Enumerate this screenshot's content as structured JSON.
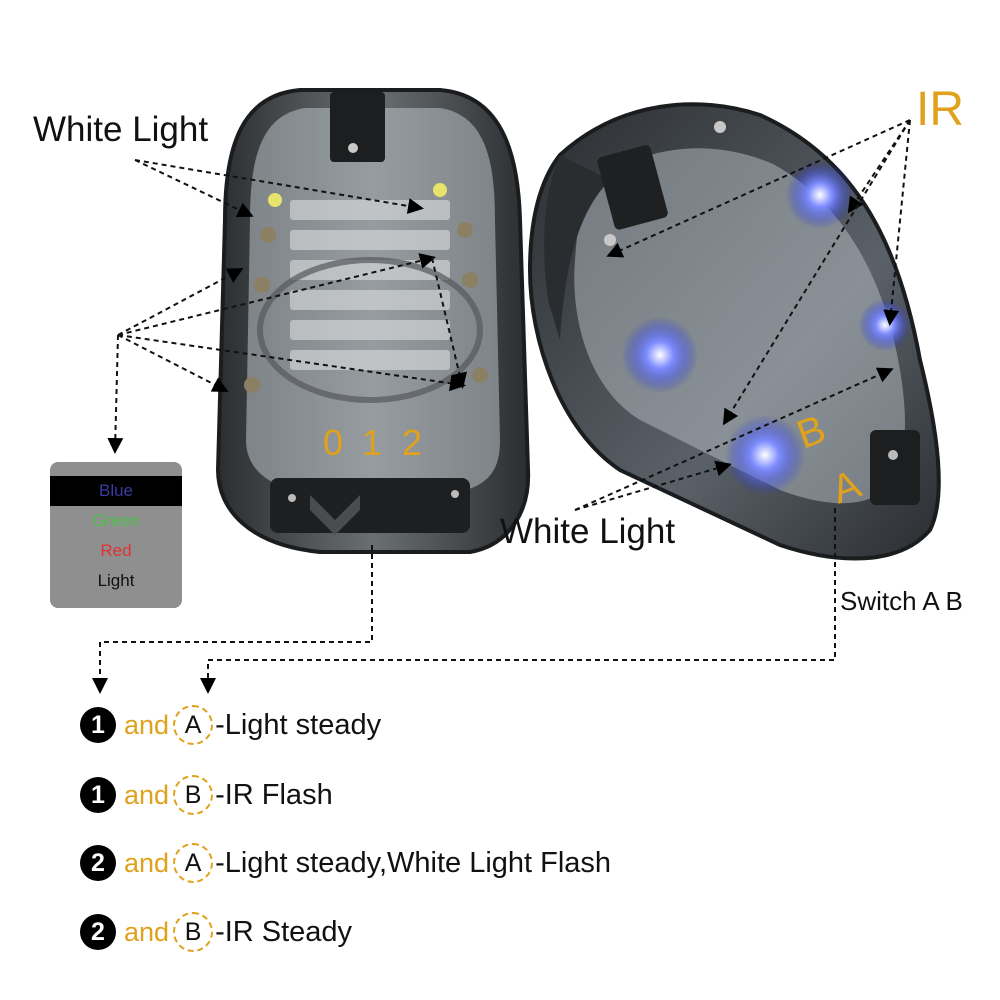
{
  "callouts": {
    "white_light_left": "White Light",
    "white_light_right": "White Light",
    "ir": "IR",
    "switch": "Switch A B",
    "dial_numbers": [
      "0",
      "1",
      "2"
    ],
    "switch_letters": [
      "B",
      "A"
    ]
  },
  "mode_panel": {
    "items": [
      "Blue",
      "Green",
      "Red",
      "Light"
    ],
    "colors": {
      "blue": "#3a3aa0",
      "green": "#4ec24e",
      "red": "#dd3333",
      "light": "#111111"
    }
  },
  "legend": [
    {
      "number": "1",
      "connector": "and",
      "position": "A",
      "description": "-Light steady"
    },
    {
      "number": "1",
      "connector": "and",
      "position": "B",
      "description": "-IR Flash"
    },
    {
      "number": "2",
      "connector": "and",
      "position": "A",
      "description": "-Light steady,White Light Flash"
    },
    {
      "number": "2",
      "connector": "and",
      "position": "B",
      "description": "-IR Steady"
    }
  ],
  "colors": {
    "accent": "#e0a21c",
    "ir_led": "#2a3cff",
    "housing": "#3c3f42"
  }
}
